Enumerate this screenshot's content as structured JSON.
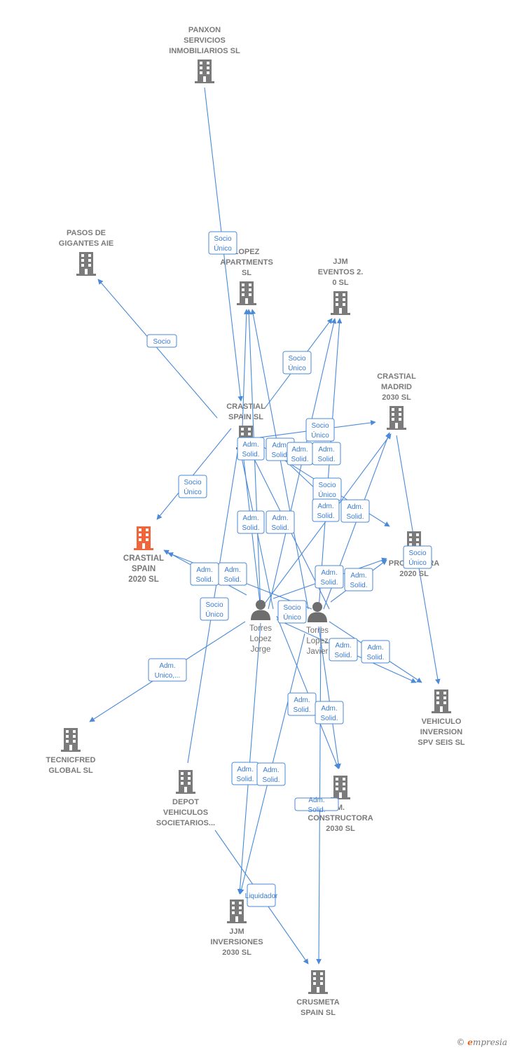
{
  "nodes": [
    {
      "id": "panxon",
      "type": "company",
      "lines": [
        "PANXON",
        "SERVICIOS",
        "INMOBILIARIOS SL"
      ]
    },
    {
      "id": "pasos",
      "type": "company",
      "lines": [
        "PASOS DE",
        "GIGANTES AIE"
      ]
    },
    {
      "id": "lopez_apts",
      "type": "company",
      "lines": [
        "LOPEZ",
        "APARTMENTS",
        "SL"
      ]
    },
    {
      "id": "jjm_eventos",
      "type": "company",
      "lines": [
        "JJM",
        "EVENTOS 2.",
        "0 SL"
      ]
    },
    {
      "id": "crastial_madrid",
      "type": "company",
      "lines": [
        "CRASTIAL",
        "MADRID",
        "2030 SL"
      ]
    },
    {
      "id": "crastial_spain",
      "type": "company",
      "lines": [
        "CRASTIAL",
        "SPAIN SL"
      ]
    },
    {
      "id": "crastial_2020",
      "type": "company",
      "main": true,
      "lines": [
        "CRASTIAL",
        "SPAIN",
        "2020 SL"
      ]
    },
    {
      "id": "promotora",
      "type": "company",
      "lines": [
        "PROMOTORA",
        "2020 SL"
      ]
    },
    {
      "id": "vehiculo",
      "type": "company",
      "lines": [
        "VEHICULO",
        "INVERSION",
        "SPV SEIS SL"
      ]
    },
    {
      "id": "tecnicfred",
      "type": "company",
      "lines": [
        "TECNICFRED",
        "GLOBAL SL"
      ]
    },
    {
      "id": "depot",
      "type": "company",
      "lines": [
        "DEPOT",
        "VEHICULOS",
        "SOCIETARIOS..."
      ]
    },
    {
      "id": "constructora",
      "type": "company",
      "lines": [
        "M.",
        "CONSTRUCTORA",
        "2030 SL"
      ]
    },
    {
      "id": "jjm_inv",
      "type": "company",
      "lines": [
        "JJM",
        "INVERSIONES",
        "2030 SL"
      ]
    },
    {
      "id": "crusmeta",
      "type": "company",
      "lines": [
        "CRUSMETA",
        "SPAIN SL"
      ]
    },
    {
      "id": "jorge",
      "type": "person",
      "lines": [
        "Torres",
        "Lopez",
        "Jorge"
      ]
    },
    {
      "id": "javier",
      "type": "person",
      "lines": [
        "Torres",
        "Lopez",
        "Javier"
      ]
    }
  ],
  "relations": [
    {
      "lines": [
        "Socio",
        "Único"
      ]
    },
    {
      "lines": [
        "Socio"
      ]
    },
    {
      "lines": [
        "Socio",
        "Único"
      ]
    },
    {
      "lines": [
        "Socio",
        "Único"
      ]
    },
    {
      "lines": [
        "Adm.",
        "Solid."
      ]
    },
    {
      "lines": [
        "Adm.",
        "Solid."
      ]
    },
    {
      "lines": [
        "Adm.",
        "Solid."
      ]
    },
    {
      "lines": [
        "Adm.",
        "Solid."
      ]
    },
    {
      "lines": [
        "Socio",
        "Único"
      ]
    },
    {
      "lines": [
        "Socio",
        "Único"
      ]
    },
    {
      "lines": [
        "Adm.",
        "Solid."
      ]
    },
    {
      "lines": [
        "Adm.",
        "Solid."
      ]
    },
    {
      "lines": [
        "Adm.",
        "Solid."
      ]
    },
    {
      "lines": [
        "Adm.",
        "Solid."
      ]
    },
    {
      "lines": [
        "Adm.",
        "Solid."
      ]
    },
    {
      "lines": [
        "Adm.",
        "Solid."
      ]
    },
    {
      "lines": [
        "Adm.",
        "Solid."
      ]
    },
    {
      "lines": [
        "Socio",
        "Único"
      ]
    },
    {
      "lines": [
        "Socio",
        "Único"
      ]
    },
    {
      "lines": [
        "Adm.",
        "Solid."
      ]
    },
    {
      "lines": [
        "Adm.",
        "Solid."
      ]
    },
    {
      "lines": [
        "Socio",
        "Único"
      ]
    },
    {
      "lines": [
        "Adm.",
        "Solid."
      ]
    },
    {
      "lines": [
        "Adm.",
        "Solid."
      ]
    },
    {
      "lines": [
        "Adm.",
        "Unico,..."
      ]
    },
    {
      "lines": [
        "Adm.",
        "Solid."
      ]
    },
    {
      "lines": [
        "Adm.",
        "Solid."
      ]
    },
    {
      "lines": [
        "Adm.",
        "Solid."
      ]
    },
    {
      "lines": [
        "Adm.",
        "Solid."
      ]
    },
    {
      "lines": [
        "Liquidador"
      ]
    },
    {
      "lines": [
        "Socio",
        "Único"
      ]
    }
  ],
  "footer": {
    "copyright": "©",
    "brand_initial": "e",
    "brand_rest": "mpresia"
  },
  "colors": {
    "edge": "#4a8ad8",
    "company": "#7b7b7b",
    "main_company": "#f0663a",
    "person": "#6e6e6e"
  }
}
